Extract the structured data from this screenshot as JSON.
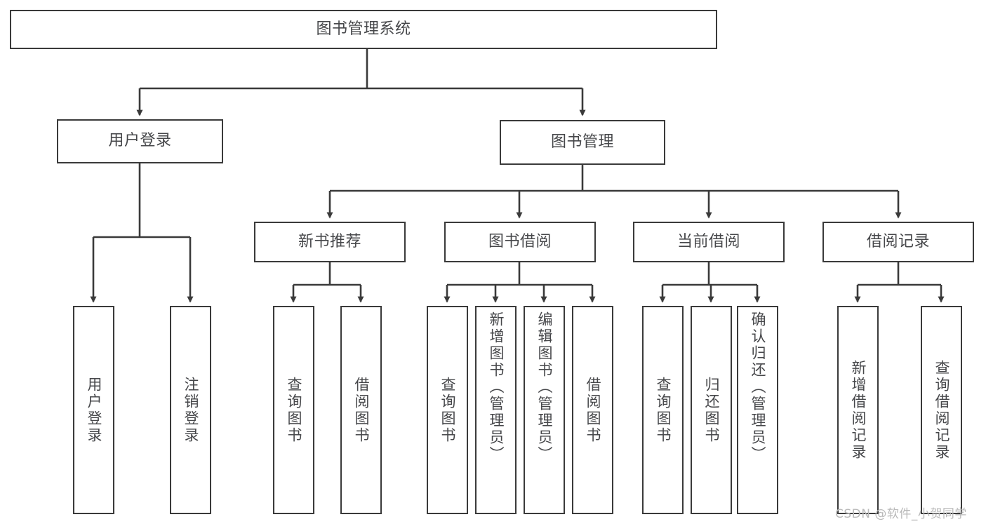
{
  "diagram": {
    "type": "hierarchy-tree",
    "title": "图书管理系统",
    "watermark": "CSDN @软件_小贺同学",
    "colors": {
      "stroke": "#3a3a3a",
      "text": "#46474a",
      "background": "#ffffff",
      "watermark": "#b9b9b9"
    },
    "root": {
      "label": "图书管理系统"
    },
    "level1": [
      {
        "label": "用户登录"
      },
      {
        "label": "图书管理"
      }
    ],
    "level2": [
      {
        "label": "新书推荐"
      },
      {
        "label": "图书借阅"
      },
      {
        "label": "当前借阅"
      },
      {
        "label": "借阅记录"
      }
    ],
    "leaves": {
      "user_login": [
        {
          "label": "用户登录"
        },
        {
          "label": "注销登录"
        }
      ],
      "new_book_recommend": [
        {
          "label": "查询图书"
        },
        {
          "label": "借阅图书"
        }
      ],
      "book_borrow": [
        {
          "label": "查询图书"
        },
        {
          "label": "新增图书（管理员）"
        },
        {
          "label": "编辑图书（管理员）"
        },
        {
          "label": "借阅图书"
        }
      ],
      "current_borrow": [
        {
          "label": "查询图书"
        },
        {
          "label": "归还图书"
        },
        {
          "label": "确认归还（管理员）"
        }
      ],
      "borrow_record": [
        {
          "label": "新增借阅记录"
        },
        {
          "label": "查询借阅记录"
        }
      ]
    }
  }
}
